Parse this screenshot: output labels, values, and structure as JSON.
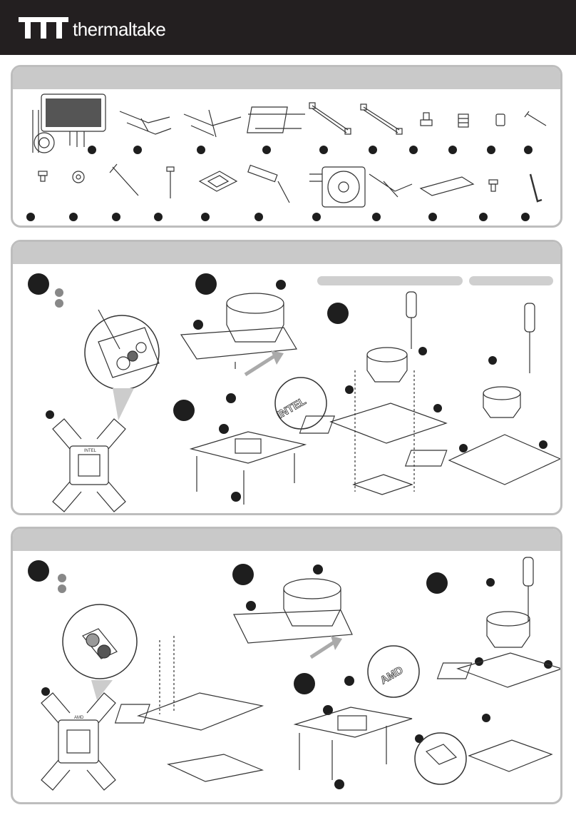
{
  "brand": {
    "name": "thermaltake",
    "colors": {
      "header_bg": "#231f20",
      "panel_border": "#bdbdbd",
      "panel_bar": "#c9c9c9",
      "marker": "#1e1e1e"
    }
  },
  "sections": {
    "parts": {
      "row1_count": 10,
      "row2_count": 11
    },
    "intel": {
      "label": "INTEL"
    },
    "amd": {
      "label": "AMD"
    }
  },
  "icons": [
    "thermaltake-logo-icon",
    "radiator-pump-icon",
    "bracket-icon",
    "screw-icon",
    "fan-icon",
    "cable-icon",
    "screwdriver-icon",
    "hex-key-icon"
  ]
}
